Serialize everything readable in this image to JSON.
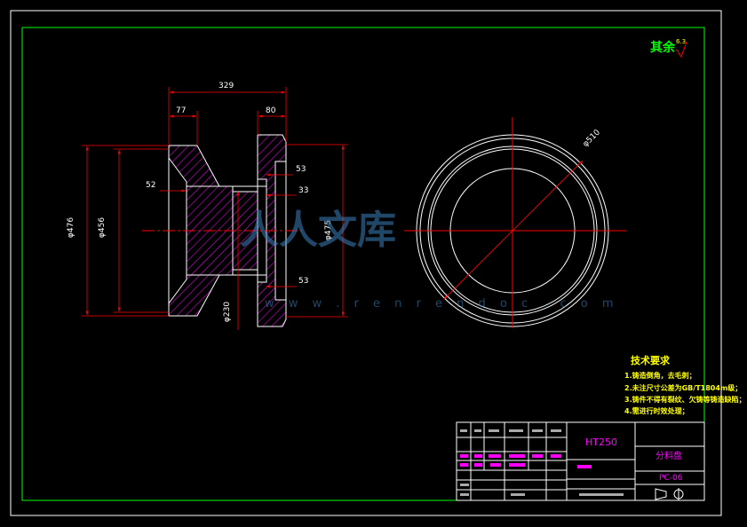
{
  "surface_finish": {
    "label": "其余",
    "value": "6.3"
  },
  "dimensions": {
    "overall_width": "329",
    "left_width": "77",
    "right_width": "80",
    "groove_52": "52",
    "groove_53_top": "53",
    "groove_33": "33",
    "groove_53_bottom": "53",
    "dia_476": "φ476",
    "dia_456": "φ456",
    "dia_475": "φ475",
    "dia_230": "φ230",
    "dia_510": "φ510"
  },
  "technical_requirements": {
    "title": "技术要求",
    "notes": [
      "1.铸造倒角，去毛刺；",
      "2.未注尺寸公差为GB/T1804m级；",
      "3.铸件不得有裂纹、欠铸等铸造缺陷；",
      "4.需进行时效处理；"
    ]
  },
  "title_block": {
    "material": "HT250",
    "part_name": "分料盘",
    "drawing_code": "PC-06"
  },
  "watermark": {
    "logo_text": "人人文库",
    "url": "w w w . r e n r e n d o c . c o m"
  },
  "colors": {
    "background": "#000000",
    "outline": "#ffffff",
    "dimension": "#ff0000",
    "hatch": "#ff00ff",
    "frame_green": "#00ff00",
    "note_yellow": "#ffff00"
  }
}
